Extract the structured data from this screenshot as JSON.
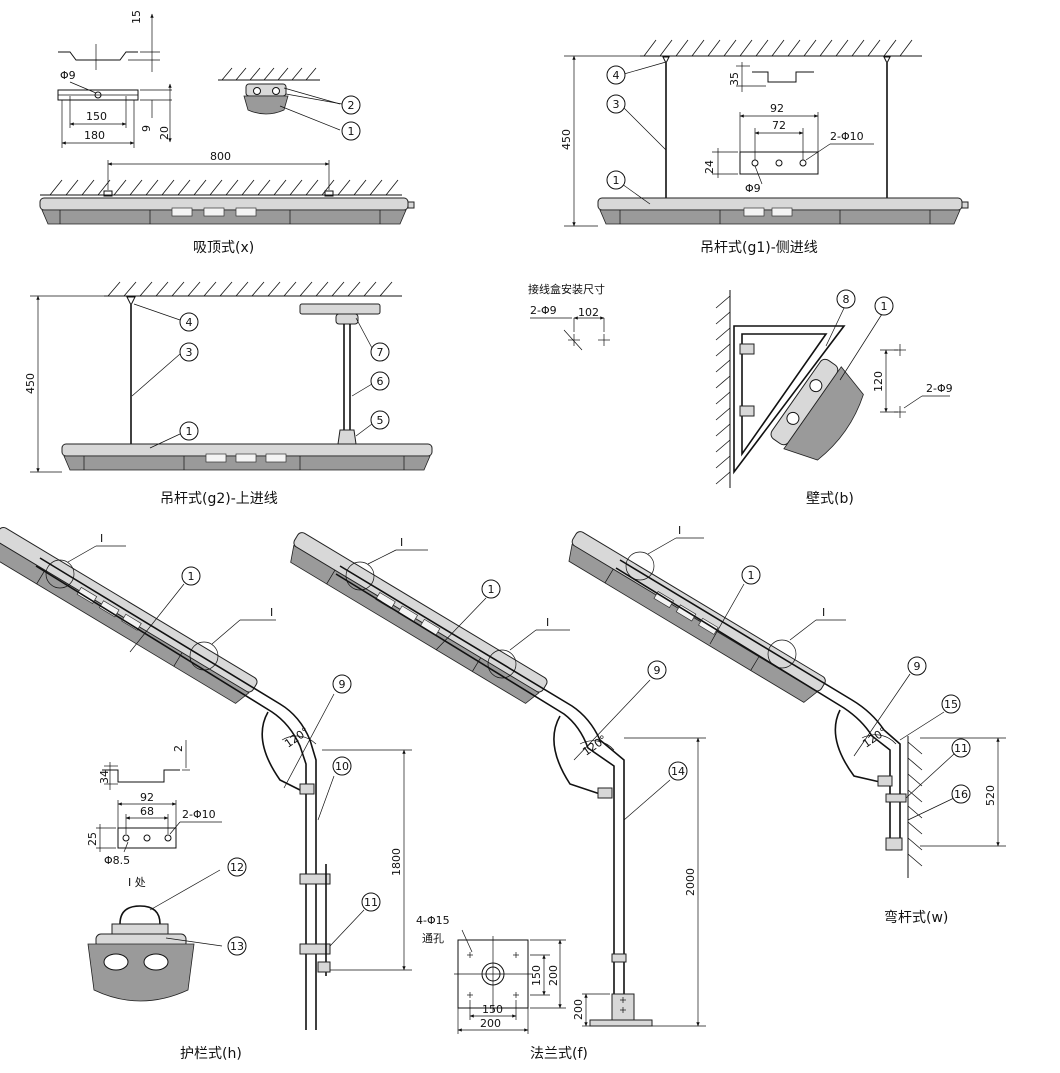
{
  "captions": {
    "x": "吸顶式(x)",
    "g1": "吊杆式(g1)-侧进线",
    "g2": "吊杆式(g2)-上进线",
    "b": "壁式(b)",
    "h": "护栏式(h)",
    "f": "法兰式(f)",
    "w": "弯杆式(w)",
    "jbox": "接线盒安装尺寸"
  },
  "dims": {
    "x_15": "15",
    "x_phi9": "Φ9",
    "x_150": "150",
    "x_180": "180",
    "x_9": "9",
    "x_20": "20",
    "x_800": "800",
    "g1_450": "450",
    "g1_35": "35",
    "g1_92": "92",
    "g1_72": "72",
    "g1_2phi10": "2-Φ10",
    "g1_24": "24",
    "g1_phi9": "Φ9",
    "g2_450": "450",
    "jb_2phi9": "2-Φ9",
    "jb_102": "102",
    "b_120": "120",
    "b_2phi9": "2-Φ9",
    "h_2": "2",
    "h_34": "34",
    "h_92": "92",
    "h_68": "68",
    "h_2phi10": "2-Φ10",
    "h_25": "25",
    "h_phi85": "Φ8.5",
    "h_detail": "I 处",
    "h_1800": "1800",
    "f_4phi15": "4-Φ15",
    "f_through": "通孔",
    "f_150v": "150",
    "f_200v": "200",
    "f_150h": "150",
    "f_200h": "200",
    "f_200": "200",
    "f_2000": "2000",
    "w_520": "520",
    "angle_120": "120°",
    "detail_I": "I"
  },
  "balloons": {
    "n1": "1",
    "n2": "2",
    "n3": "3",
    "n4": "4",
    "n5": "5",
    "n6": "6",
    "n7": "7",
    "n8": "8",
    "n9": "9",
    "n10": "10",
    "n11": "11",
    "n12": "12",
    "n13": "13",
    "n14": "14",
    "n15": "15",
    "n16": "16"
  }
}
